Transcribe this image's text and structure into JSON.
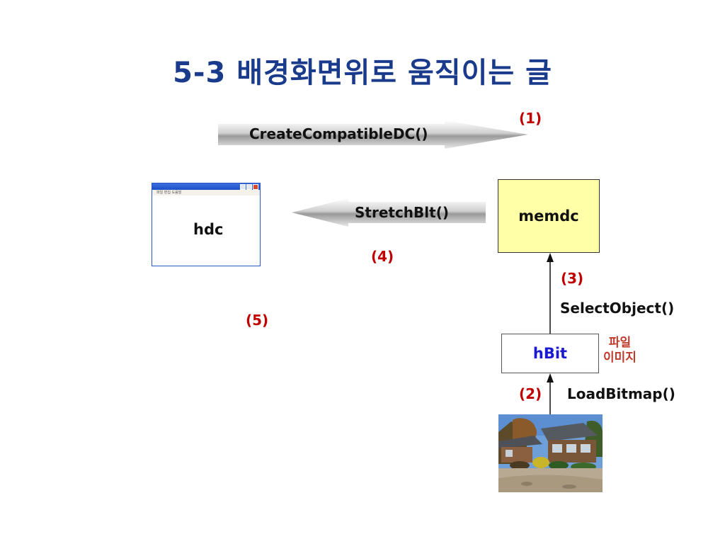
{
  "title": "5-3 배경화면위로 움직이는 글",
  "arrows": {
    "create": "CreateCompatibleDC()",
    "stretch": "StretchBlt()"
  },
  "steps": {
    "s1": "(1)",
    "s2": "(2)",
    "s3": "(3)",
    "s4": "(4)",
    "s5": "(5)"
  },
  "boxes": {
    "memdc": "memdc",
    "hbit": "hBit",
    "hdc": "hdc"
  },
  "labels": {
    "select_object": "SelectObject()",
    "load_bitmap": "LoadBitmap()",
    "file_line1": "파일",
    "file_line2": "이미지"
  },
  "window_menu": "파일  편집  도움말",
  "colors": {
    "title": "#1a3a8c",
    "step": "#c00000",
    "memdc_fill": "#ffffa8",
    "hbit_text": "#1a1ad0",
    "file_text": "#c0392b"
  }
}
